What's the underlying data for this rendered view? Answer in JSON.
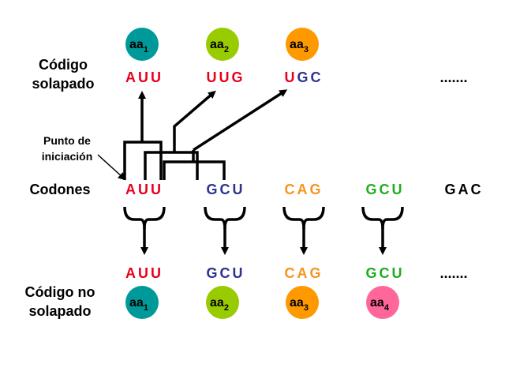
{
  "labels": {
    "overlapping_line1": "Código",
    "overlapping_line2": "solapado",
    "start_line1": "Punto de",
    "start_line2": "iniciación",
    "codons": "Codones",
    "nonoverlapping_line1": "Código no",
    "nonoverlapping_line2": "solapado"
  },
  "colors": {
    "red": "#e8001c",
    "blue": "#2e3192",
    "orange": "#f7941d",
    "green": "#1fae1f",
    "black": "#000000",
    "teal": "#00999a",
    "lime": "#99cc00",
    "amber": "#ff9900",
    "pink": "#ff6699"
  },
  "top_amino_acids": [
    {
      "text": "aa",
      "sub": "1",
      "color": "teal"
    },
    {
      "text": "aa",
      "sub": "2",
      "color": "lime"
    },
    {
      "text": "aa",
      "sub": "3",
      "color": "amber"
    }
  ],
  "overlapping_codons": [
    {
      "text": "AUU",
      "color": "red"
    },
    {
      "text": "UUG",
      "color": "red"
    },
    {
      "text": "UGC",
      "color": "mixed"
    }
  ],
  "overlapping_ellipsis": ".......",
  "sequence_codons": [
    {
      "text": "AUU",
      "color": "red"
    },
    {
      "text": "GCU",
      "color": "blue"
    },
    {
      "text": "CAG",
      "color": "orange"
    },
    {
      "text": "GCU",
      "color": "green"
    },
    {
      "text": "GAC",
      "color": "black"
    }
  ],
  "nonoverlapping_codons": [
    {
      "text": "AUU",
      "color": "red"
    },
    {
      "text": "GCU",
      "color": "blue"
    },
    {
      "text": "CAG",
      "color": "orange"
    },
    {
      "text": "GCU",
      "color": "green"
    }
  ],
  "nonoverlapping_ellipsis": ".......",
  "bottom_amino_acids": [
    {
      "text": "aa",
      "sub": "1",
      "color": "teal"
    },
    {
      "text": "aa",
      "sub": "2",
      "color": "lime"
    },
    {
      "text": "aa",
      "sub": "3",
      "color": "amber"
    },
    {
      "text": "aa",
      "sub": "4",
      "color": "pink"
    }
  ]
}
